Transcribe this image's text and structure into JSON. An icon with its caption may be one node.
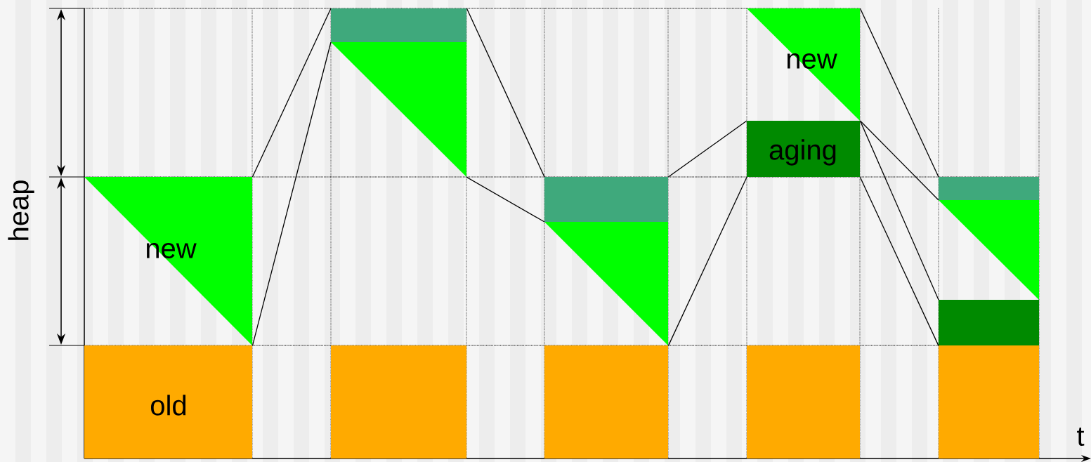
{
  "diagram": {
    "nodes": [
      {
        "text": [
          "new"
        ]
      },
      {
        "text": [
          "old"
        ]
      },
      {
        "text": [],
        "shape": "box"
      },
      {
        "text": [],
        "shape": "triangle"
      },
      {
        "text": [],
        "shape": "box"
      },
      {
        "text": [],
        "shape": "box"
      },
      {
        "text": [],
        "shape": "triangle"
      },
      {
        "text": [],
        "shape": "box"
      },
      {
        "text": [
          "new"
        ]
      },
      {
        "text": [
          "aging"
        ]
      },
      {
        "text": [],
        "shape": "box"
      },
      {
        "text": [],
        "shape": "box"
      },
      {
        "text": [],
        "shape": "triangle"
      },
      {
        "text": [],
        "shape": "box"
      },
      {
        "text": [],
        "shape": "box"
      }
    ],
    "edges": [
      {
        "from": 0,
        "to": 2,
        "arrow": "none"
      },
      {
        "from": 0,
        "to": 3,
        "arrow": "none"
      },
      {
        "from": 2,
        "to": 5,
        "arrow": "none"
      },
      {
        "from": 3,
        "to": 6,
        "arrow": "none"
      },
      {
        "from": 5,
        "to": 9,
        "arrow": "none"
      },
      {
        "from": 6,
        "to": 9,
        "arrow": "none"
      },
      {
        "from": 8,
        "to": 11,
        "arrow": "none"
      },
      {
        "from": 9,
        "to": 12,
        "arrow": "none"
      },
      {
        "from": 9,
        "to": 13,
        "arrow": "none"
      },
      {
        "from": 9,
        "to": 13,
        "arrow": "none"
      }
    ],
    "labels": [
      "heap",
      "t"
    ]
  }
}
